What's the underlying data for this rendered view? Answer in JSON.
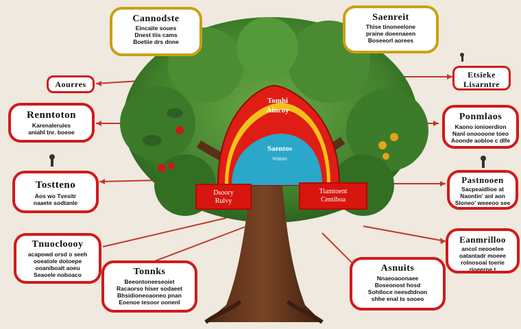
{
  "arch_outer": [
    "Tomhi",
    "Aincoy"
  ],
  "arch_inner": [
    "Saentos",
    "vonso"
  ],
  "banner_left": [
    "Dsoory",
    "Rulvy"
  ],
  "banner_right": [
    "Tiamtoent",
    "Centiboa"
  ],
  "boxes": {
    "top_left": {
      "title": "Cannodste",
      "lines": [
        "Eincaite soues",
        "Dnest tiis cams",
        "Boetiie drs dnne"
      ]
    },
    "top_right": {
      "title": "Saenreit",
      "lines": [
        "Thise tinoneelone",
        "praine doeenaeen",
        "Boseeorl aorees"
      ]
    },
    "left_small": {
      "title": "Aourres",
      "lines": []
    },
    "right_small": {
      "title": "Etsieke",
      "lines": [
        "Lisarntre"
      ]
    },
    "left_1": {
      "title": "Renntoton",
      "lines": [
        "Karenaleruies",
        "aniahl tnr. boeoe"
      ]
    },
    "right_1": {
      "title": "Ponmlaos",
      "lines": [
        "Kaono ionioerdion",
        "Nanl onoooone toeo",
        "Aoonde aobloe c dlfe"
      ]
    },
    "left_2": {
      "title": "Tostteno",
      "lines": [
        "Aos wo Tvesitr",
        "naaete sodtanle"
      ]
    },
    "right_2": {
      "title": "Pastnooen",
      "lines": [
        "Sacpeaidlioe at",
        "Naontin' anl aon",
        "Sloneo' weeeoo see"
      ]
    },
    "left_3": {
      "title": "Tnuocloooy",
      "lines": [
        "acapowd orsd o seeh",
        "ooeatole dotoepe",
        "ooaniboalt aoeu",
        "Seaoele noboaco"
      ]
    },
    "right_3": {
      "title": "Eanmrilloo",
      "lines": [
        "ancol neooelee",
        "oatantadr moeee",
        "rolnosoai toerie",
        "rioeerne t"
      ]
    },
    "bottom_left": {
      "title": "Tonnks",
      "lines": [
        "Beeontoneeseoiet",
        "Racaorso hiser sodaeet",
        "Bhsidioneoaoneo pnan",
        "Eoenoe tesoor oonenl"
      ]
    },
    "bottom_right": {
      "title": "Asnuits",
      "lines": [
        "Nnaeoaoonaee",
        "Boseonost hosd",
        "Sohtloce neesdtdnon",
        "shhe enal ts sooeo"
      ]
    }
  },
  "colors": {
    "red": "#d11a1a",
    "gold": "#c9a012",
    "foliage": "#3f7f2b",
    "trunk": "#6b3a1f",
    "arch_red": "#e01d15",
    "arch_yellow": "#f2c21a",
    "arch_blue": "#2aa7c9"
  },
  "icons": [
    "pin-icon",
    "pin-icon",
    "pin-icon"
  ]
}
